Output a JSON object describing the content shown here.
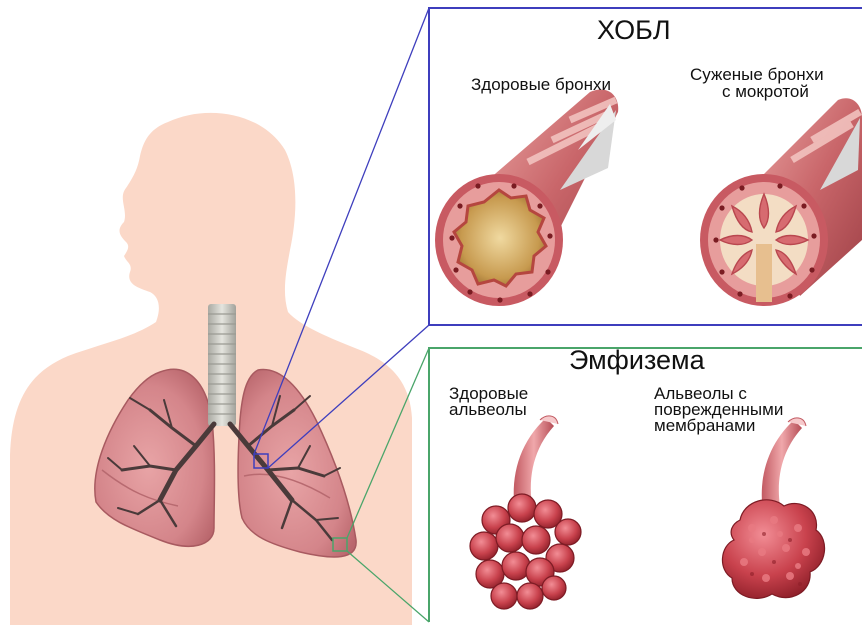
{
  "copd": {
    "title": "ХОБЛ",
    "healthy_label": "Здоровые бронхи",
    "narrowed_label_line1": "Суженые бронхи",
    "narrowed_label_line2": "с мокротой"
  },
  "emphysema": {
    "title": "Эмфизема",
    "healthy_label_line1": "Здоровые",
    "healthy_label_line2": "альвеолы",
    "damaged_label_line1": "Альвеолы с",
    "damaged_label_line2": "поврежденными",
    "damaged_label_line3": "мембранами"
  },
  "colors": {
    "skin": "#fbd8c8",
    "lung": "#d98a8e",
    "lung_dark": "#b15f65",
    "bronchus_tree": "#4a3a3a",
    "trachea": "#c9c9c2",
    "copd_frame": "#3e3ebd",
    "emphysema_frame": "#4aa56a",
    "alveoli": "#c9424d"
  }
}
